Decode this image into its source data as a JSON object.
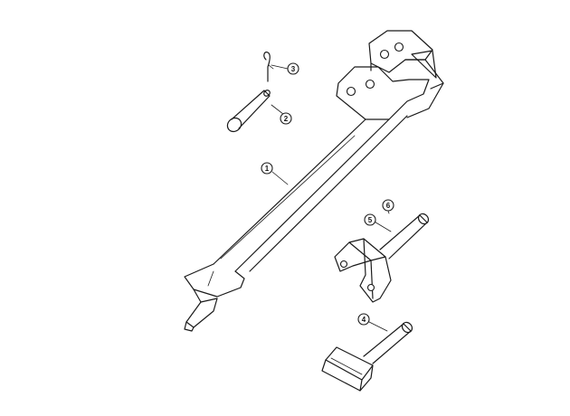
{
  "figure": {
    "callouts": [
      {
        "id": "callout-1",
        "label": "1"
      },
      {
        "id": "callout-2",
        "label": "2"
      },
      {
        "id": "callout-3",
        "label": "3"
      },
      {
        "id": "callout-4",
        "label": "4"
      },
      {
        "id": "callout-5",
        "label": "5"
      },
      {
        "id": "callout-6",
        "label": "6"
      }
    ]
  }
}
